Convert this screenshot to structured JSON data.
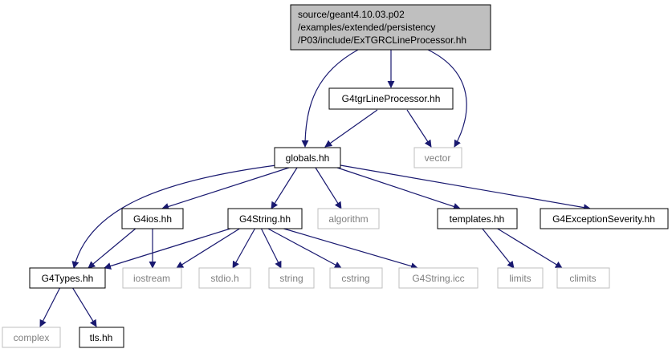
{
  "diagram": {
    "colors": {
      "edge": "#191970",
      "root_fill": "#bfbfbf",
      "root_border": "#000000",
      "node_fill": "#ffffff",
      "node_border": "#000000",
      "external_border": "#bfbfbf",
      "external_text": "#7f7f7f"
    },
    "root": {
      "line1": "source/geant4.10.03.p02",
      "line2": "/examples/extended/persistency",
      "line3": "/P03/include/ExTGRCLineProcessor.hh"
    },
    "nodes": {
      "g4tgr": "G4tgrLineProcessor.hh",
      "globals": "globals.hh",
      "vector": "vector",
      "g4ios": "G4ios.hh",
      "g4string": "G4String.hh",
      "algorithm": "algorithm",
      "templates": "templates.hh",
      "g4exception": "G4ExceptionSeverity.hh",
      "g4types": "G4Types.hh",
      "iostream": "iostream",
      "stdio": "stdio.h",
      "string": "string",
      "cstring": "cstring",
      "g4stringicc": "G4String.icc",
      "limits": "limits",
      "climits": "climits",
      "complex": "complex",
      "tls": "tls.hh"
    }
  }
}
